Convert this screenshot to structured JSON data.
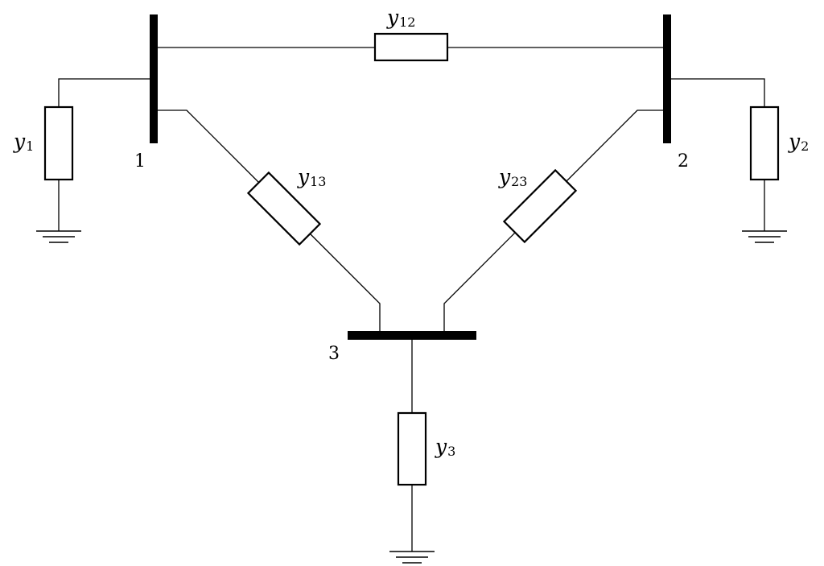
{
  "buses": [
    {
      "id": "bus-1",
      "label": "1"
    },
    {
      "id": "bus-2",
      "label": "2"
    },
    {
      "id": "bus-3",
      "label": "3"
    }
  ],
  "branches": [
    {
      "id": "branch-12",
      "symbol": "y",
      "subscript": "12"
    },
    {
      "id": "branch-13",
      "symbol": "y",
      "subscript": "13"
    },
    {
      "id": "branch-23",
      "symbol": "y",
      "subscript": "23"
    }
  ],
  "shunts": [
    {
      "id": "shunt-1",
      "symbol": "y",
      "subscript": "1"
    },
    {
      "id": "shunt-2",
      "symbol": "y",
      "subscript": "2"
    },
    {
      "id": "shunt-3",
      "symbol": "y",
      "subscript": "3"
    }
  ]
}
